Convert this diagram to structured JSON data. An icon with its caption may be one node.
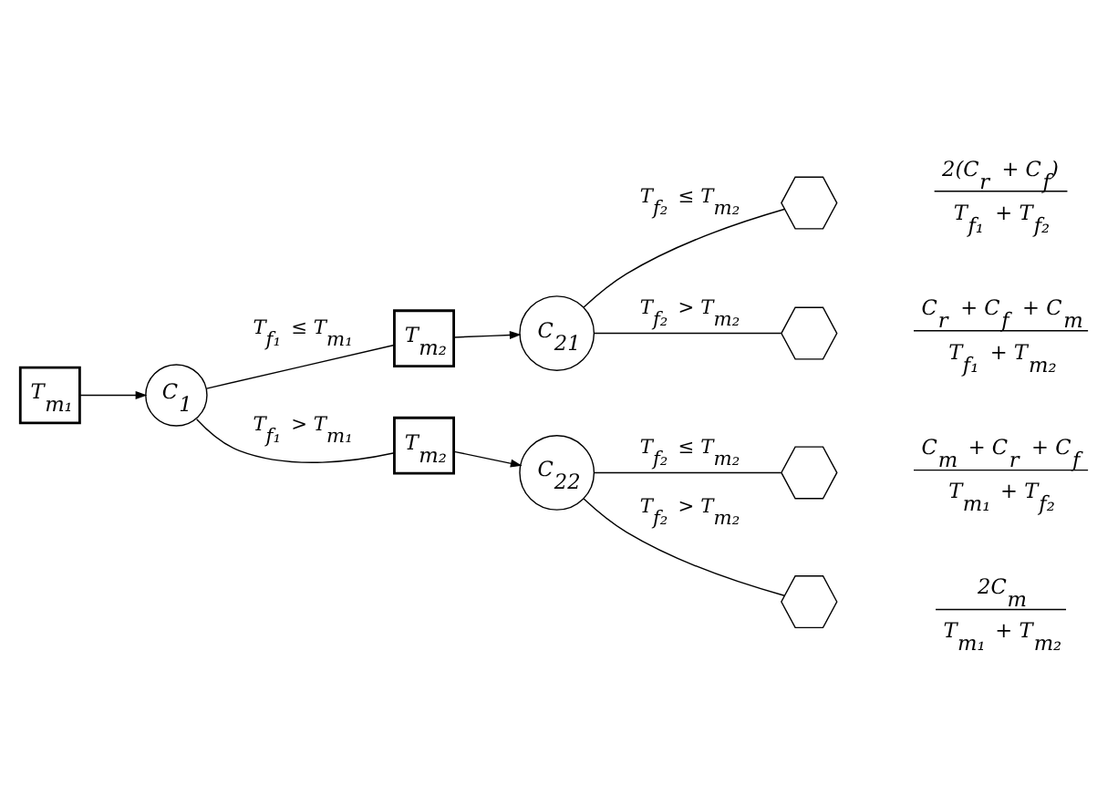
{
  "diagram": {
    "nodes": [
      {
        "text": [
          "T$_{m₁}$"
        ]
      },
      {
        "text": [
          "C$_{1}$"
        ]
      },
      {
        "text": [
          "T$_{m₂}$"
        ]
      },
      {
        "text": [
          "C$_{21}$"
        ]
      },
      {
        "text": [],
        "shape": "hexagon",
        "beside": [
          "2(C$_{r}$ + C$_{f}$)",
          "T$_{f₁}$ + T$_{f₂}$"
        ]
      },
      {
        "text": [],
        "shape": "hexagon",
        "beside": [
          "C$_{r}$ + C$_{f}$ + C$_{m}$",
          "T$_{f₁}$ + T$_{m₂}$"
        ]
      },
      {
        "text": [
          "T$_{m₂}$"
        ]
      },
      {
        "text": [
          "C$_{22}$"
        ]
      },
      {
        "text": [],
        "shape": "hexagon",
        "beside": [
          "C$_{m}$ + C$_{r}$ + C$_{f}$",
          "T$_{m₁}$ + T$_{f₂}$"
        ]
      },
      {
        "text": [],
        "shape": "hexagon",
        "beside": [
          "2C$_{m}$",
          "T$_{m₁}$ + T$_{m₂}$"
        ]
      }
    ],
    "edges": [
      {
        "from": 0,
        "to": 1,
        "arrow": "to"
      },
      {
        "from": 1,
        "to": 2,
        "arrow": "none",
        "label": "T$_{f₁}$ ≤ T$_{m₁}$"
      },
      {
        "from": 2,
        "to": 3,
        "arrow": "to"
      },
      {
        "from": 3,
        "to": 4,
        "arrow": "none",
        "label": "T$_{f₂}$ ≤ T$_{m₂}$"
      },
      {
        "from": 3,
        "to": 5,
        "arrow": "none",
        "label": "T$_{f₂}$ > T$_{m₂}$"
      },
      {
        "from": 1,
        "to": 6,
        "arrow": "none",
        "label": "T$_{f₁}$ > T$_{m₁}$"
      },
      {
        "from": 6,
        "to": 7,
        "arrow": "to"
      },
      {
        "from": 7,
        "to": 8,
        "arrow": "none",
        "label": "T$_{f₂}$ ≤ T$_{m₂}$"
      },
      {
        "from": 7,
        "to": 9,
        "arrow": "none",
        "label": "T$_{f₂}$ > T$_{m₂}$"
      }
    ]
  }
}
